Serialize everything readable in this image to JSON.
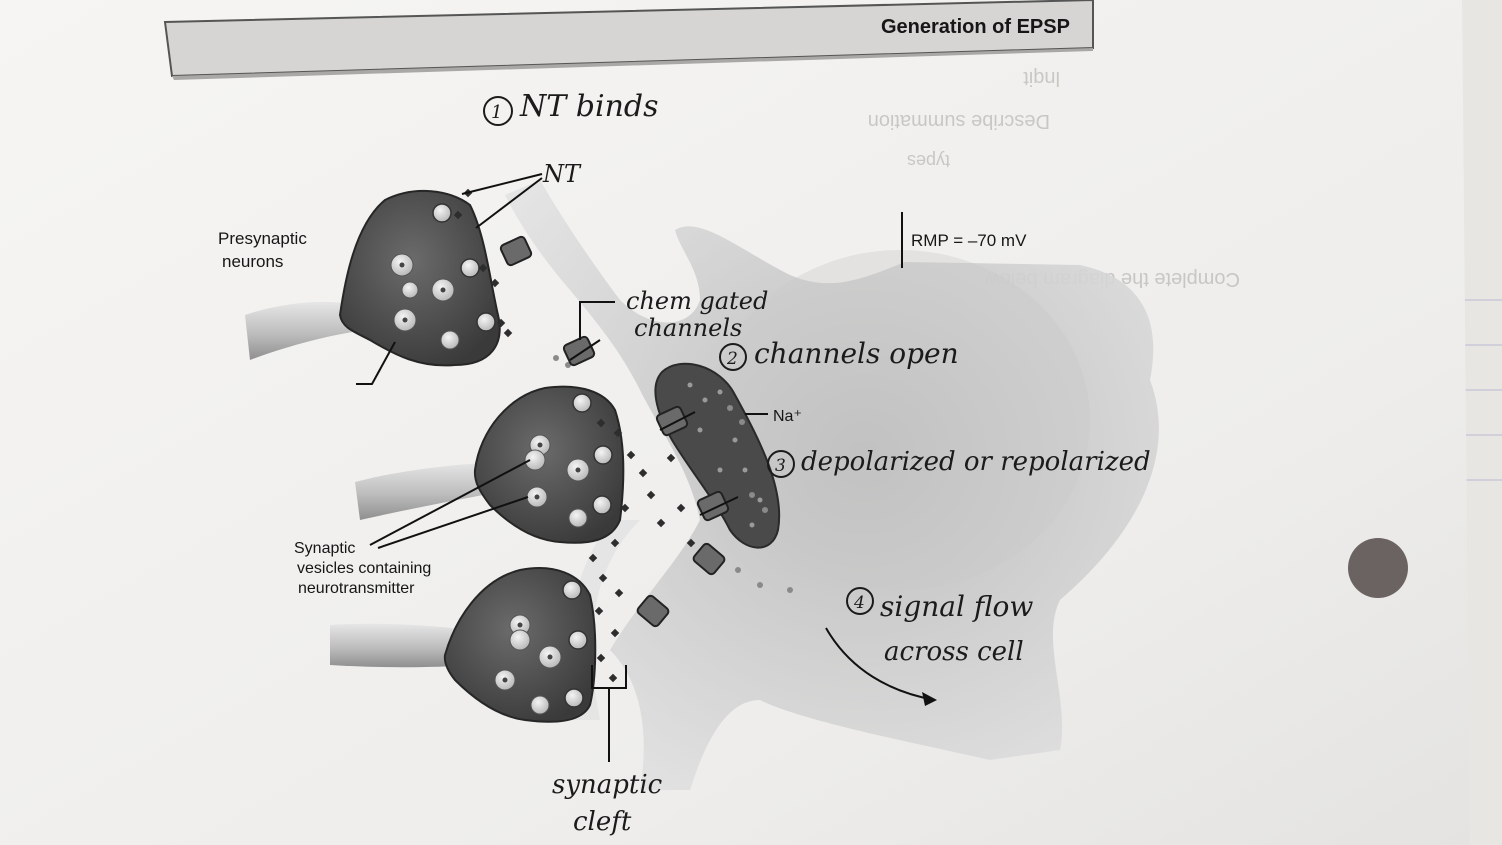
{
  "header": {
    "title": "Generation of EPSP"
  },
  "labels": {
    "presynaptic": [
      "Presynaptic",
      "neurons"
    ],
    "vesicles": [
      "Synaptic",
      "vesicles containing",
      "neurotransmitter"
    ],
    "rmp": "RMP = –70 mV",
    "sodium": "Na⁺"
  },
  "annotations": {
    "step1": {
      "number": "1",
      "text": "NT binds"
    },
    "nt": "NT",
    "chem_channels": [
      "chem gated",
      "channels"
    ],
    "step2": {
      "number": "2",
      "text": "channels open"
    },
    "step3": {
      "number": "3",
      "text": "depolarized or repolarized"
    },
    "step4": {
      "number": "4",
      "lines": [
        "signal flow",
        "across cell"
      ]
    },
    "synaptic_cleft": [
      "synaptic",
      "cleft"
    ]
  },
  "colors": {
    "paper": "#f2f1ef",
    "banner": "#d4d3d1",
    "neuron_dark": "#4e4e4e",
    "postsynaptic": "#cfcfcf",
    "ink": "#161616"
  }
}
